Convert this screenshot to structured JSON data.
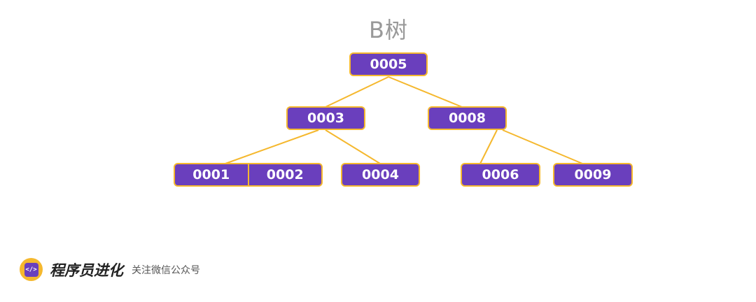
{
  "title": "B树",
  "colors": {
    "node_fill": "#6a3fbd",
    "node_border": "#f5b82e",
    "edge": "#f5b82e",
    "title": "#999999"
  },
  "tree": {
    "root": {
      "keys": [
        "0005"
      ]
    },
    "level1": [
      {
        "keys": [
          "0003"
        ]
      },
      {
        "keys": [
          "0008"
        ]
      }
    ],
    "level2": [
      {
        "keys": [
          "0001",
          "0002"
        ]
      },
      {
        "keys": [
          "0004"
        ]
      },
      {
        "keys": [
          "0006"
        ]
      },
      {
        "keys": [
          "0009"
        ]
      }
    ]
  },
  "footer": {
    "logo_icon": "code-brackets-icon",
    "logo_glyph": "</>",
    "brand_name": "程序员进化",
    "tagline": "关注微信公众号"
  }
}
